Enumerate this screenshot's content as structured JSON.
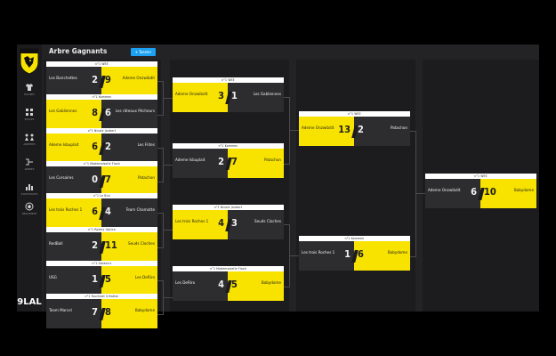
{
  "sidebar": {
    "nav": [
      {
        "label": "Équipes",
        "icon": "shirt-icon"
      },
      {
        "label": "Poules",
        "icon": "grid-icon"
      },
      {
        "label": "Arbitres",
        "icon": "referees-icon"
      },
      {
        "label": "Arbres",
        "icon": "bracket-icon"
      },
      {
        "label": "Statistiques",
        "icon": "stats-icon"
      },
      {
        "label": "Règlement",
        "icon": "soccer-ball-icon"
      }
    ],
    "brand": "9LAL"
  },
  "header": {
    "title": "Arbre Gagnants",
    "twitter_label": "Tweeter"
  },
  "colors": {
    "accent": "#f7e200",
    "panel": "#232325",
    "dark_team": "#2d2d30",
    "twitter": "#1da1f2"
  },
  "rounds": [
    {
      "matches": [
        {
          "label": "n°1 WEE",
          "left": {
            "name": "Les Barichettes",
            "score": "2"
          },
          "right": {
            "name": "Ademe Onzwibdit",
            "score": "9"
          },
          "left_color": "dark",
          "right_color": "yellow"
        },
        {
          "label": "n°1 Kommen",
          "left": {
            "name": "Les Gabliennes",
            "score": "8"
          },
          "right": {
            "name": "Les râteaux Pécheurs",
            "score": "6"
          },
          "left_color": "yellow",
          "right_color": "dark"
        },
        {
          "label": "n°1 Nicole Joubert",
          "left": {
            "name": "Ademe Isbuplait",
            "score": "6"
          },
          "right": {
            "name": "Les Frites",
            "score": "2"
          },
          "left_color": "yellow",
          "right_color": "dark"
        },
        {
          "label": "n°1 Mademoiselle Flash",
          "left": {
            "name": "Les Corsaires",
            "score": "0"
          },
          "right": {
            "name": "Patachon",
            "score": "7"
          },
          "left_color": "dark",
          "right_color": "yellow"
        },
        {
          "label": "n°1 Le Bini",
          "left": {
            "name": "Les trois Roches 1",
            "score": "6"
          },
          "right": {
            "name": "Team Chamotte",
            "score": "4"
          },
          "left_color": "yellow",
          "right_color": "dark"
        },
        {
          "label": "n°1 Rotary Optica",
          "left": {
            "name": "RedBall",
            "score": "2"
          },
          "right": {
            "name": "Seuds Cloches",
            "score": "11"
          },
          "left_color": "dark",
          "right_color": "yellow"
        },
        {
          "label": "n°1 Galaxinc",
          "left": {
            "name": "USG",
            "score": "1"
          },
          "right": {
            "name": "Les DeRiro",
            "score": "5"
          },
          "left_color": "dark",
          "right_color": "yellow"
        },
        {
          "label": "n°1 Toucheat Création",
          "left": {
            "name": "Team Marcel",
            "score": "7"
          },
          "right": {
            "name": "Babydome",
            "score": "8"
          },
          "left_color": "dark",
          "right_color": "yellow"
        }
      ]
    },
    {
      "matches": [
        {
          "label": "n°1 WEE",
          "left": {
            "name": "Ademe Onzwibdit",
            "score": "3"
          },
          "right": {
            "name": "Les Gabliennes",
            "score": "1"
          },
          "left_color": "yellow",
          "right_color": "dark"
        },
        {
          "label": "n°1 Kommen",
          "left": {
            "name": "Ademe Isbuplait",
            "score": "2"
          },
          "right": {
            "name": "Patachon",
            "score": "7"
          },
          "left_color": "dark",
          "right_color": "yellow"
        },
        {
          "label": "n°1 Nicole Joubert",
          "left": {
            "name": "Les trois Roches 1",
            "score": "4"
          },
          "right": {
            "name": "Seuds Cloches",
            "score": "3"
          },
          "left_color": "yellow",
          "right_color": "dark"
        },
        {
          "label": "n°1 Mademoiselle Flash",
          "left": {
            "name": "Les DeRiro",
            "score": "4"
          },
          "right": {
            "name": "Babydome",
            "score": "5"
          },
          "left_color": "dark",
          "right_color": "yellow"
        }
      ]
    },
    {
      "matches": [
        {
          "label": "n°1 WEE",
          "left": {
            "name": "Ademe Onzwibdit",
            "score": "13"
          },
          "right": {
            "name": "Patachon",
            "score": "2"
          },
          "left_color": "yellow",
          "right_color": "dark"
        },
        {
          "label": "n°1 Kommen",
          "left": {
            "name": "Les trois Roches 1",
            "score": "1"
          },
          "right": {
            "name": "Babydome",
            "score": "6"
          },
          "left_color": "dark",
          "right_color": "yellow"
        }
      ]
    },
    {
      "matches": [
        {
          "label": "n°1 WEE",
          "left": {
            "name": "Ademe Onzwibdit",
            "score": "6"
          },
          "right": {
            "name": "Babydome",
            "score": "10"
          },
          "left_color": "dark",
          "right_color": "yellow"
        }
      ]
    }
  ]
}
